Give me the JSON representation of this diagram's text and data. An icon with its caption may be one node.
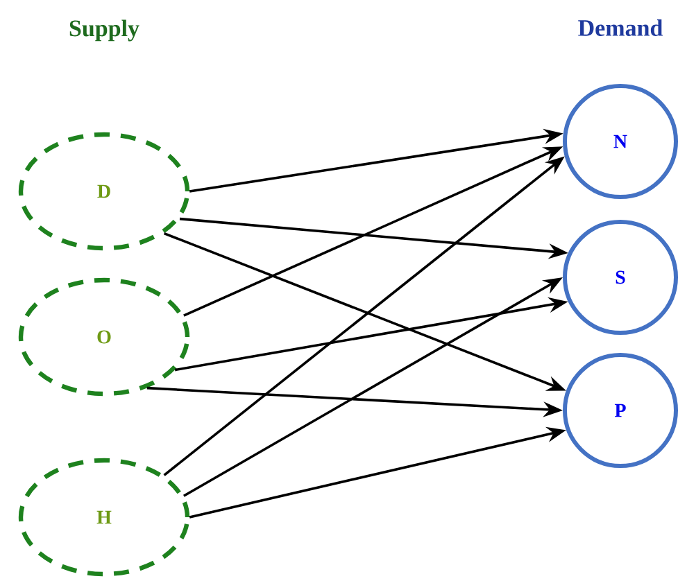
{
  "diagram": {
    "nodes": [
      {
        "text": [
          "Supply"
        ]
      },
      {
        "text": [
          "Demand"
        ]
      },
      {
        "text": [
          "D"
        ]
      },
      {
        "text": [
          "O"
        ]
      },
      {
        "text": [
          "H"
        ]
      },
      {
        "text": [
          "N"
        ]
      },
      {
        "text": [
          "S"
        ]
      },
      {
        "text": [
          "P"
        ]
      }
    ],
    "edges": [
      {
        "from": 2,
        "to": 5,
        "arrow": "to"
      },
      {
        "from": 2,
        "to": 6,
        "arrow": "to"
      },
      {
        "from": 2,
        "to": 7,
        "arrow": "to"
      },
      {
        "from": 3,
        "to": 5,
        "arrow": "to"
      },
      {
        "from": 3,
        "to": 6,
        "arrow": "to"
      },
      {
        "from": 3,
        "to": 7,
        "arrow": "to"
      },
      {
        "from": 4,
        "to": 5,
        "arrow": "to"
      },
      {
        "from": 4,
        "to": 6,
        "arrow": "to"
      },
      {
        "from": 4,
        "to": 7,
        "arrow": "to"
      }
    ]
  }
}
